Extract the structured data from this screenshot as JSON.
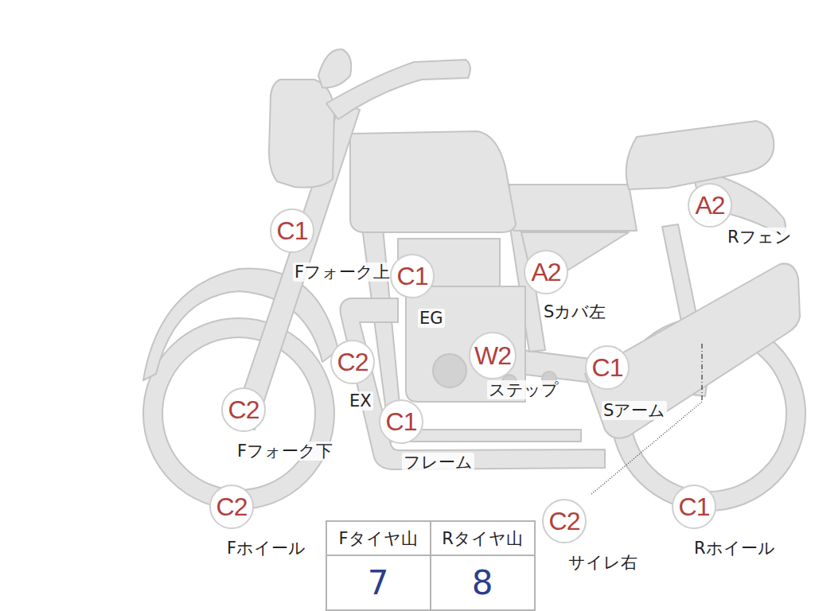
{
  "diagram": {
    "nodes": [
      {
        "text": [
          "A2",
          "Rフェン"
        ]
      },
      {
        "text": [
          "C1",
          "Fフォーク上"
        ]
      },
      {
        "text": [
          "A2",
          "Sカバ左"
        ]
      },
      {
        "text": [
          "C1",
          "EG"
        ]
      },
      {
        "text": [
          "W2",
          "ステップ"
        ]
      },
      {
        "text": [
          "C2",
          "EX"
        ]
      },
      {
        "text": [
          "C1",
          "Sアーム"
        ]
      },
      {
        "text": [
          "C2",
          "Fフォーク下"
        ]
      },
      {
        "text": [
          "C1",
          "フレーム"
        ]
      },
      {
        "text": [
          "C2",
          "Fホイール"
        ]
      },
      {
        "text": [
          "C1",
          "Rホイール"
        ]
      },
      {
        "text": [
          "C2",
          "サイレ右"
        ]
      }
    ],
    "labels": [
      "Fタイヤ山",
      "Rタイヤ山",
      "7",
      "8"
    ]
  }
}
